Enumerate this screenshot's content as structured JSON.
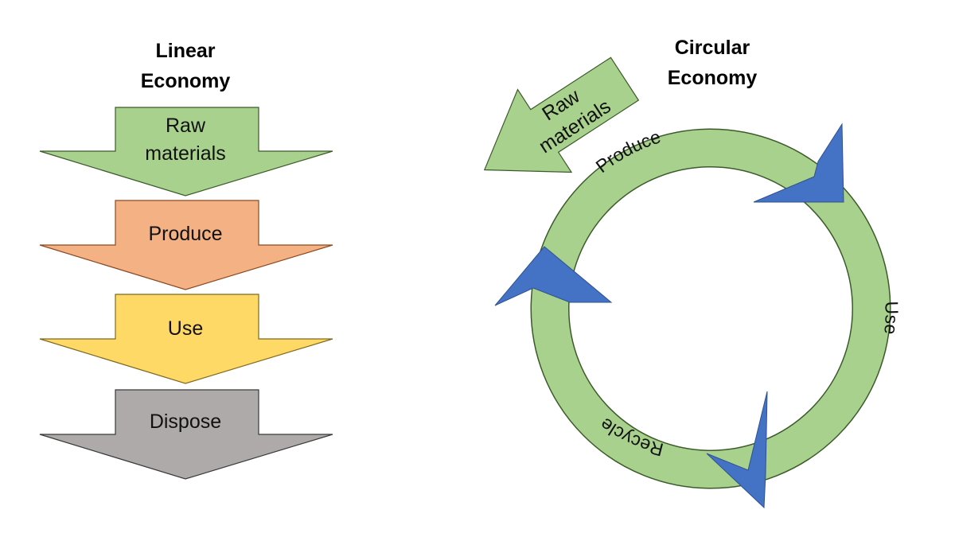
{
  "linear": {
    "title_line1": "Linear",
    "title_line2": "Economy",
    "steps": [
      {
        "label_line1": "Raw",
        "label_line2": "materials",
        "color": "#a9d18e"
      },
      {
        "label": "Produce",
        "color": "#f4b183"
      },
      {
        "label": "Use",
        "color": "#ffd966"
      },
      {
        "label": "Dispose",
        "color": "#aeaaaa"
      }
    ]
  },
  "circular": {
    "title_line1": "Circular",
    "title_line2": "Economy",
    "input_label_line1": "Raw",
    "input_label_line2": "materials",
    "ring_labels": {
      "top": "Produce",
      "right": "Use",
      "bottom": "Recycle"
    },
    "ring_color": "#a9d18e",
    "arrowhead_color": "#4472c4"
  },
  "stroke_color": "#3b5a2a"
}
